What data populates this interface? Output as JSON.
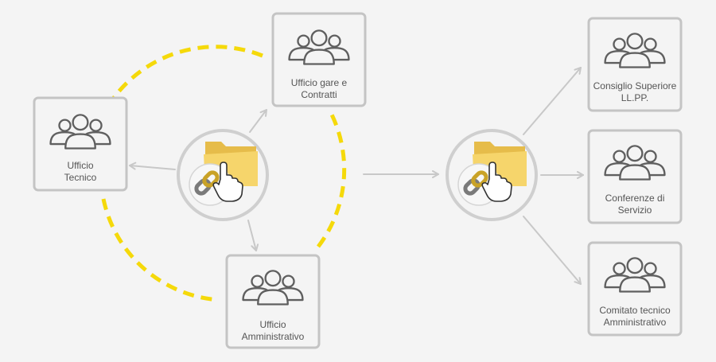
{
  "colors": {
    "background": "#f4f4f4",
    "box_border": "#c4c4c4",
    "box_fill": "#f4f4f4",
    "people_stroke": "#5f5f5f",
    "arrow": "#c8c8c8",
    "dashed_circle": "#f5d90a",
    "folder_back": "#e6bc4a",
    "folder_front": "#f6d56b",
    "link_gray": "#7a7a7a",
    "link_gold": "#c9a227"
  },
  "nodes": {
    "ufficio_tecnico": {
      "line1": "Ufficio",
      "line2": "Tecnico",
      "icon": "people-group-icon"
    },
    "ufficio_gare": {
      "line1": "Ufficio gare e",
      "line2": "Contratti",
      "icon": "people-group-icon"
    },
    "ufficio_amministrativo": {
      "line1": "Ufficio",
      "line2": "Amministrativo",
      "icon": "people-group-icon"
    },
    "consiglio_superiore": {
      "line1": "Consiglio Superiore",
      "line2": "LL.PP.",
      "icon": "people-group-icon"
    },
    "conferenze_servizio": {
      "line1": "Conferenze di",
      "line2": "Servizio",
      "icon": "people-group-icon"
    },
    "comitato_tecnico": {
      "line1": "Comitato tecnico",
      "line2": "Amministrativo",
      "icon": "people-group-icon"
    }
  },
  "hubs": {
    "internal": {
      "icons": [
        "folder-icon",
        "link-icon",
        "hand-pointer-icon"
      ]
    },
    "external": {
      "icons": [
        "folder-icon",
        "link-icon",
        "hand-pointer-icon"
      ]
    }
  }
}
